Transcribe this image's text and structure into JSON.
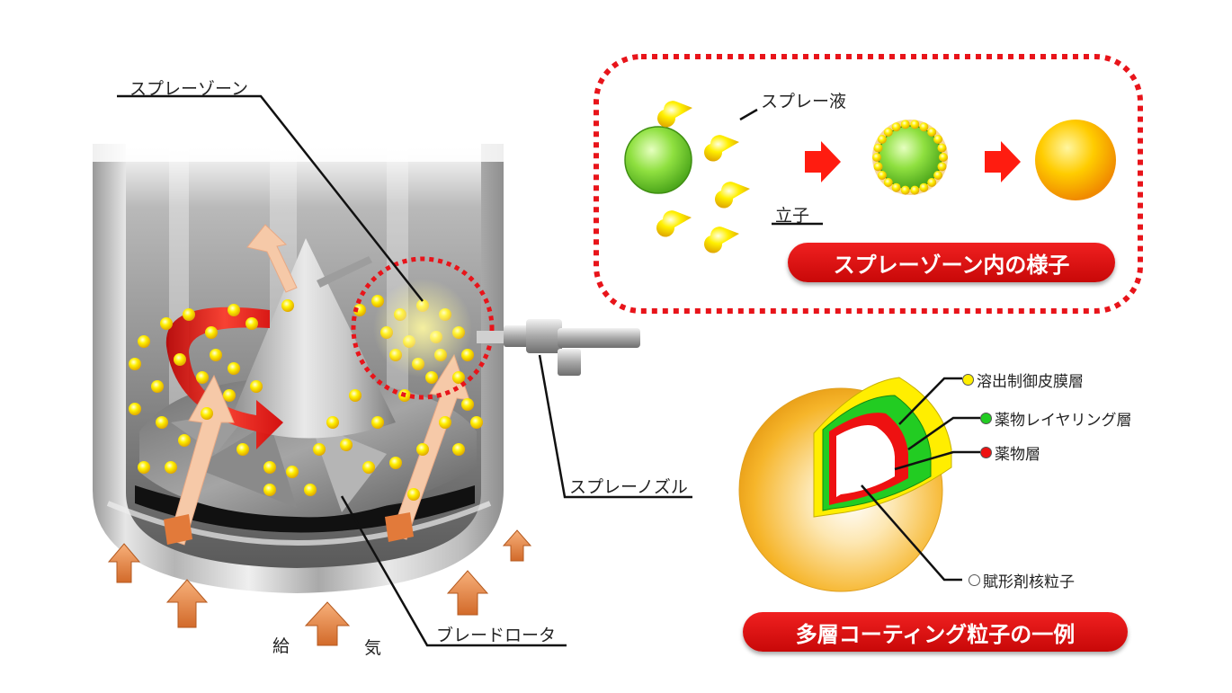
{
  "labels": {
    "spray_zone": "スプレーゾーン",
    "spray_liquid": "スプレー液",
    "particle": "立子",
    "spray_nozzle": "スプレーノズル",
    "blade_rotor": "ブレードロータ",
    "air_supply_1": "給",
    "air_supply_2": "気"
  },
  "banners": {
    "spray_zone_title": "スプレーゾーン内の様子",
    "coating_example_title": "多層コーティング粒子の一例"
  },
  "layers": [
    {
      "label": "溶出制御皮膜層",
      "color": "#ffee00"
    },
    {
      "label": "薬物レイヤリング層",
      "color": "#22cc22"
    },
    {
      "label": "薬物層",
      "color": "#ee1111"
    },
    {
      "label": "賦形剤核粒子",
      "color": "#ffffff"
    }
  ],
  "colors": {
    "accent_red": "#e8141a",
    "particle_yellow": "#ffe600",
    "core_green": "#7ee03a",
    "coated_orange": "#ffb400",
    "arrow_peach": "#f6c9a8",
    "air_arrow": "#e27a3a"
  }
}
